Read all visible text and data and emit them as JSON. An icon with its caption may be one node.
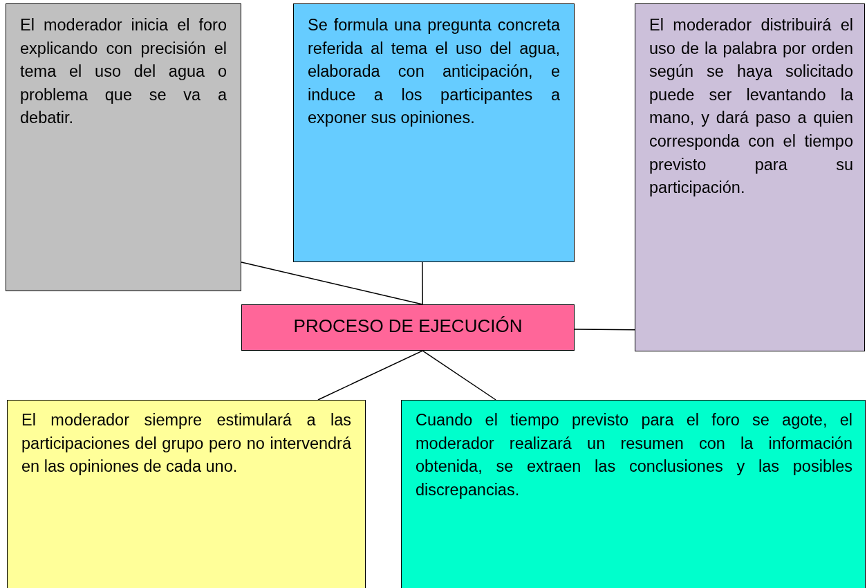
{
  "diagram": {
    "nodes": [
      {
        "text": [
          "El moderador inicia el foro explicando con precisión el tema el uso del agua o problema que se va a debatir."
        ]
      },
      {
        "text": [
          "Se formula una pregunta concreta referida al tema el uso del agua, elaborada con anticipación, e induce a los participantes  a exponer sus opiniones."
        ]
      },
      {
        "text": [
          "El moderador distribuirá el uso de la palabra por orden según se haya solicitado puede ser levantando la mano, y dará paso a quien corresponda con el tiempo previsto para su participación."
        ]
      },
      {
        "text": [
          "PROCESO DE EJECUCIÓN"
        ]
      },
      {
        "text": [
          "El moderador siempre estimulará a las participaciones del grupo pero no intervendrá en las opiniones de cada uno."
        ]
      },
      {
        "text": [
          "Cuando el tiempo previsto para el foro  se agote, el moderador realizará un resumen con la información obtenida, se extraen las conclusiones y las posibles discrepancias."
        ]
      }
    ],
    "edges": [
      {
        "from": 3,
        "to": 0,
        "arrow": "none"
      },
      {
        "from": 3,
        "to": 1,
        "arrow": "none"
      },
      {
        "from": 3,
        "to": 2,
        "arrow": "none"
      },
      {
        "from": 3,
        "to": 4,
        "arrow": "none"
      },
      {
        "from": 3,
        "to": 5,
        "arrow": "none"
      }
    ]
  }
}
